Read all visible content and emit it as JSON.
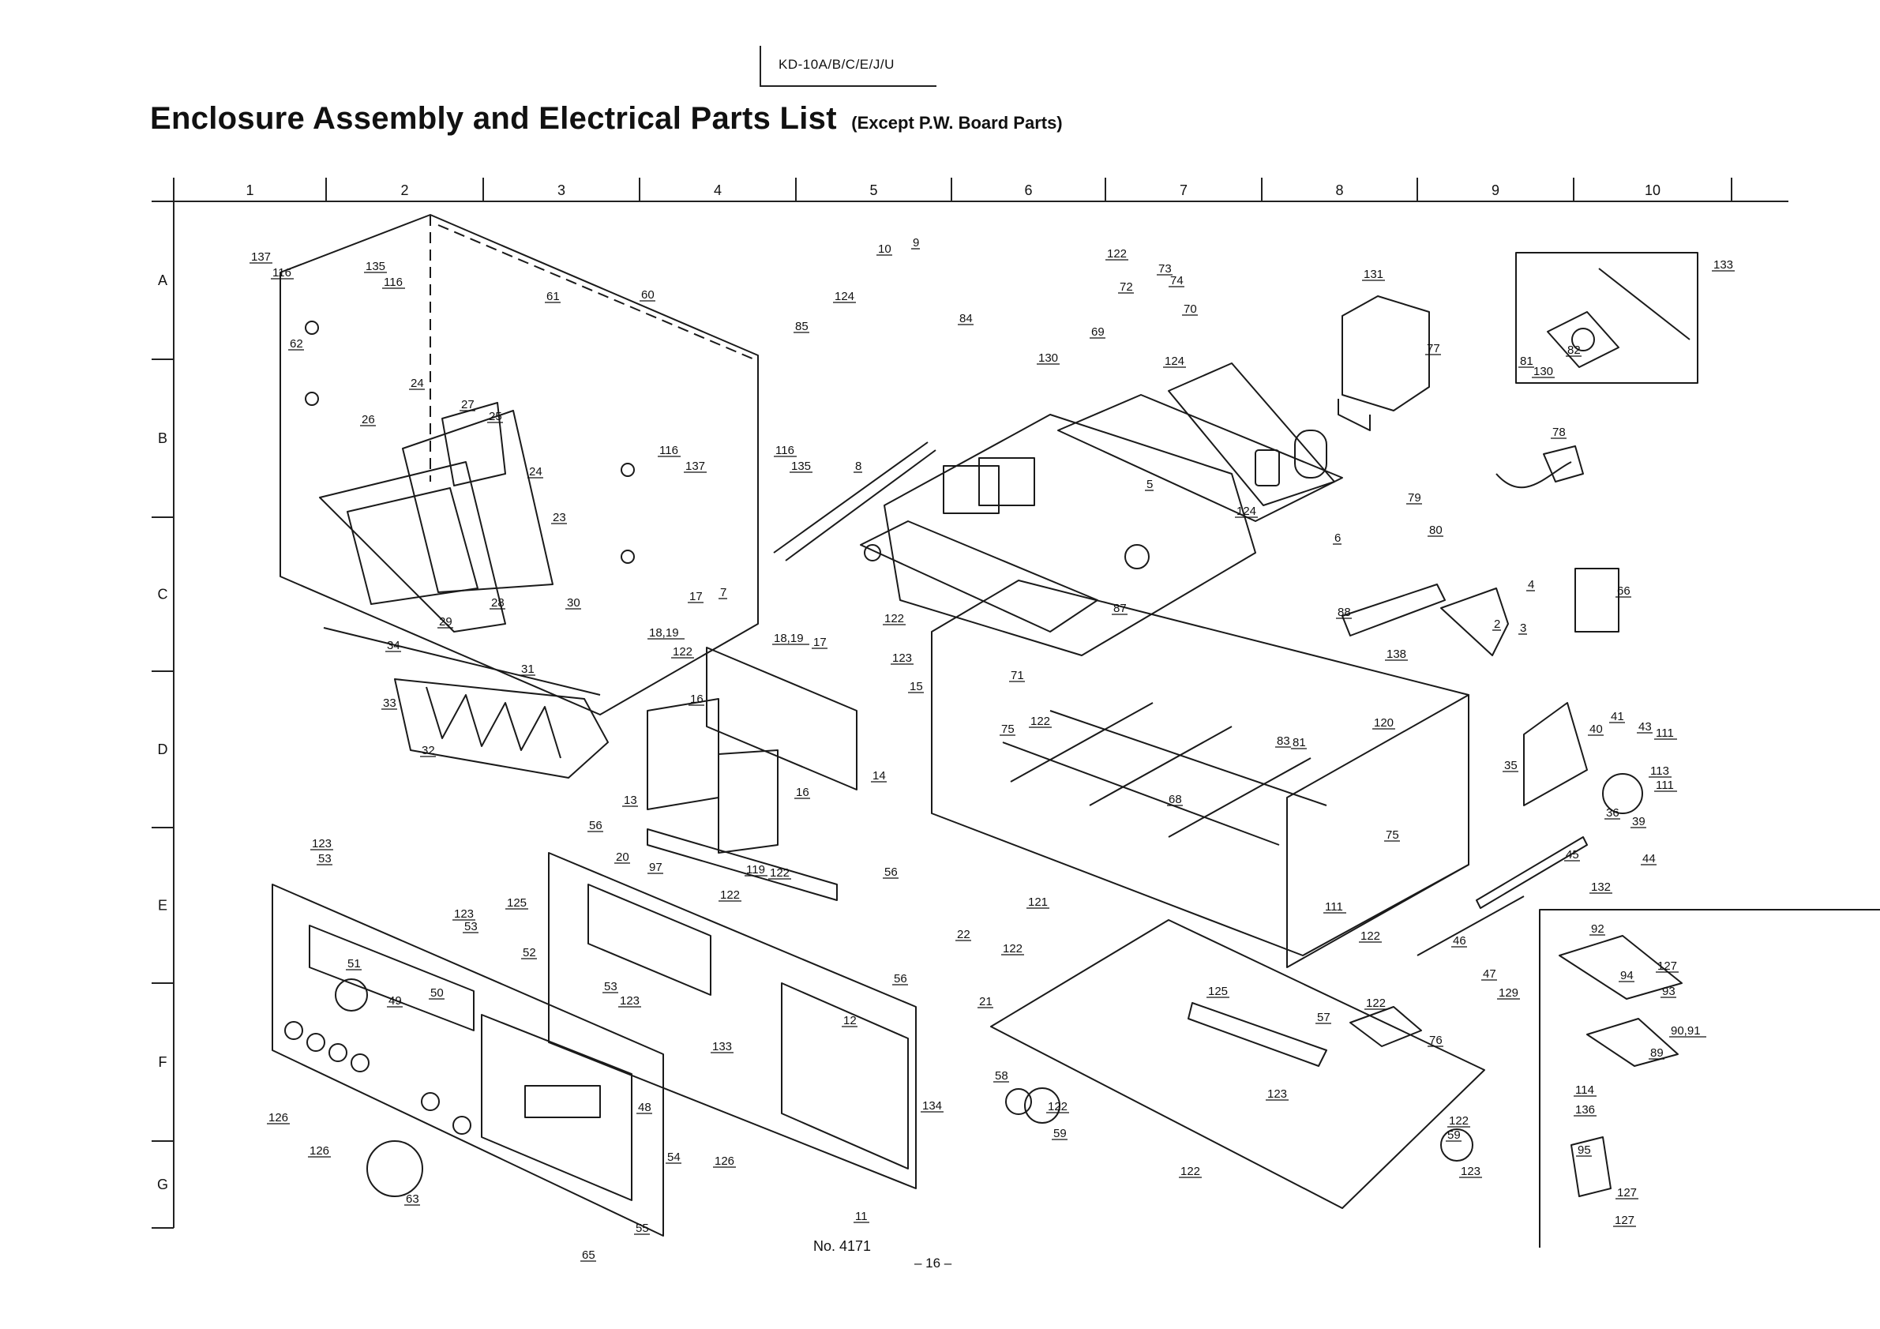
{
  "header": {
    "model": "KD-10A/B/C/E/J/U",
    "title": "Enclosure Assembly and Electrical Parts List",
    "subtitle": "(Except P.W. Board Parts)"
  },
  "grid": {
    "columns": [
      "1",
      "2",
      "3",
      "4",
      "5",
      "6",
      "7",
      "8",
      "9",
      "10"
    ],
    "rows": [
      "A",
      "B",
      "C",
      "D",
      "E",
      "F",
      "G"
    ]
  },
  "callouts": [
    "137",
    "116",
    "135",
    "116",
    "61",
    "60",
    "62",
    "24",
    "27",
    "25",
    "26",
    "24",
    "23",
    "116",
    "137",
    "116",
    "135",
    "29",
    "28",
    "30",
    "34",
    "31",
    "33",
    "32",
    "9",
    "10",
    "124",
    "85",
    "84",
    "8",
    "7",
    "17",
    "18,19",
    "122",
    "18,19",
    "17",
    "16",
    "13",
    "16",
    "14",
    "15",
    "123",
    "122",
    "122",
    "73",
    "74",
    "72",
    "70",
    "69",
    "130",
    "124",
    "5",
    "4",
    "6",
    "124",
    "131",
    "77",
    "133",
    "81",
    "82",
    "130",
    "78",
    "79",
    "80",
    "88",
    "138",
    "2",
    "3",
    "66",
    "87",
    "71",
    "75",
    "122",
    "83",
    "81",
    "68",
    "75",
    "120",
    "121",
    "122",
    "35",
    "40",
    "41",
    "43",
    "111",
    "113",
    "111",
    "36",
    "39",
    "44",
    "45",
    "132",
    "111",
    "46",
    "47",
    "129",
    "56",
    "20",
    "97",
    "119",
    "122",
    "56",
    "122",
    "123",
    "53",
    "125",
    "123",
    "53",
    "51",
    "49",
    "50",
    "52",
    "53",
    "123",
    "133",
    "12",
    "56",
    "22",
    "122",
    "21",
    "48",
    "54",
    "55",
    "63",
    "126",
    "126",
    "65",
    "126",
    "134",
    "11",
    "125",
    "57",
    "122",
    "76",
    "58",
    "122",
    "59",
    "123",
    "122",
    "122",
    "59",
    "123",
    "92",
    "127",
    "94",
    "93",
    "90,91",
    "89",
    "114",
    "136",
    "95",
    "127",
    "127"
  ],
  "footer": {
    "doc_no": "No. 4171",
    "page": "– 16 –"
  }
}
